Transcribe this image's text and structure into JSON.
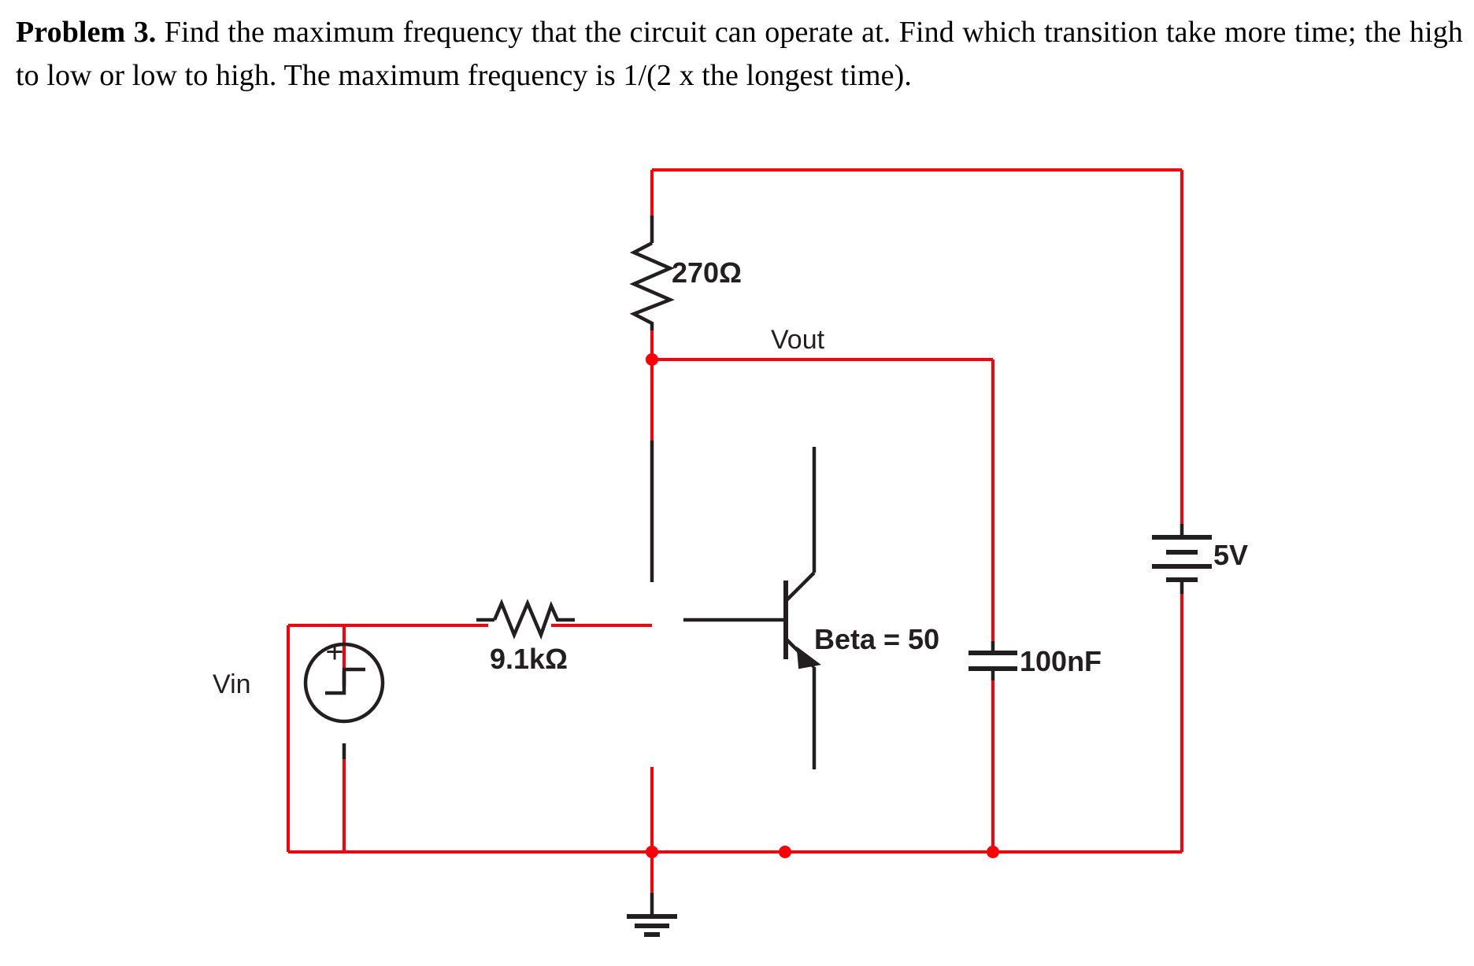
{
  "document": {
    "problem_label": "Problem 3.",
    "problem_text": "Find the maximum  frequency  that  the circuit  can operate at.  Find  which  transition take more time;  the  high  to low or low  to high.   The maximum  frequency  is 1/(2 x the longest time)."
  },
  "circuit": {
    "title": "common-emitter-switch-schematic",
    "colors": {
      "wire": "#fb0007",
      "component": "#231f20",
      "background": "#ffffff"
    },
    "labels": {
      "collector_resistor": "270Ω",
      "base_resistor": "9.1kΩ",
      "transistor_beta": "Beta = 50",
      "output_node": "Vout",
      "load_capacitor": "100nF",
      "supply": "5V",
      "input_source": "Vin",
      "source_polarity": "+"
    },
    "components": [
      {
        "name": "collector-resistor",
        "type": "resistor",
        "value": "270Ω"
      },
      {
        "name": "base-resistor",
        "type": "resistor",
        "value": "9.1kΩ"
      },
      {
        "name": "npn-transistor",
        "type": "bjt-npn",
        "value": "Beta = 50"
      },
      {
        "name": "load-capacitor",
        "type": "capacitor",
        "value": "100nF"
      },
      {
        "name": "supply-battery",
        "type": "battery",
        "value": "5V"
      },
      {
        "name": "input-source",
        "type": "step-voltage-source",
        "value": "Vin"
      },
      {
        "name": "ground",
        "type": "ground",
        "value": ""
      }
    ],
    "nodes": [
      {
        "name": "vout-node",
        "label": "Vout"
      },
      {
        "name": "ground-node",
        "label": ""
      }
    ]
  }
}
